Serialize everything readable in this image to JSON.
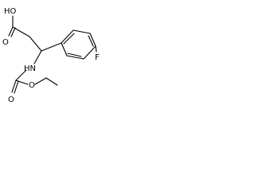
{
  "diagram": {
    "type": "chemical-structure",
    "atoms": {
      "carboxyl_oh": "HO",
      "carboxyl_o": "O",
      "amine_nh": "HN",
      "carbamate_o_double": "O",
      "carbamate_o_ester": "O",
      "fluorine": "F"
    }
  }
}
